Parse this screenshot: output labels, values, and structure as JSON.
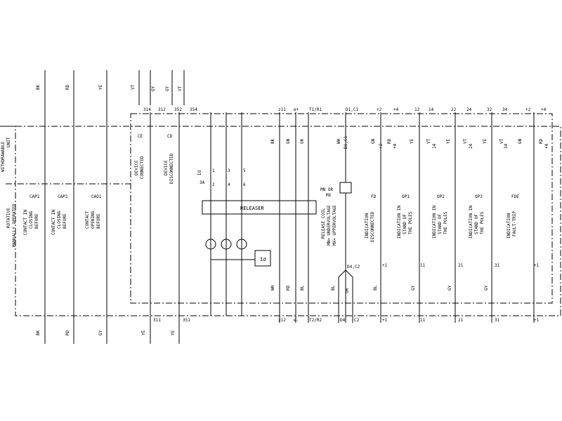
{
  "header_colors": [
    "BK",
    "RD",
    "YE",
    "VT",
    "GY",
    "GY",
    "VT"
  ],
  "header_terminals": [
    "314",
    "312",
    "352",
    "354",
    "z11",
    "e+",
    "T1/R1",
    "D1,C1",
    "+2",
    "+4",
    "12",
    "14",
    "22",
    "24",
    "32",
    "34",
    "+2",
    "+4"
  ],
  "withdrawable_label": [
    "WITHDRAWABLE",
    "UNIT"
  ],
  "rotative_label": [
    "ROTATIVE",
    "MANUALLY OPERATED"
  ],
  "cap1": {
    "code": "CAP1",
    "desc": [
      "CONTACT IN",
      "CLOSING",
      "BEFORE"
    ],
    "top_color": "BK",
    "bottom_color": "BK"
  },
  "cap2": {
    "code": "CAP2",
    "desc": [
      "CONTACT IN",
      "CLOSING",
      "BEFORE"
    ],
    "top_color": "RD",
    "bottom_color": "RD"
  },
  "cao1": {
    "code": "CAO1",
    "desc": [
      "CONTACT",
      "OPENING",
      "BEFORE"
    ],
    "top_color": "YE",
    "bottom_color": "GY"
  },
  "ce": {
    "code": "CE",
    "desc": [
      "DEVICE",
      "CONNECTED"
    ]
  },
  "cd": {
    "code": "CD",
    "desc": [
      "DEVICE",
      "DISCONNECTED"
    ]
  },
  "releaser": {
    "label": "RELEASER",
    "terminals": [
      "1",
      "3",
      "5",
      "2",
      "4",
      "6"
    ],
    "side_label": [
      "Id",
      "3A"
    ],
    "id_box": "Id"
  },
  "wire_colors_top": [
    "BK",
    "GN",
    "OR",
    "WH",
    "GN",
    "RD",
    "YE",
    "VT",
    "YE",
    "VT",
    "YE",
    "VT",
    "GN",
    "RD"
  ],
  "wire_terminals_top": [
    "D1,C1",
    "+2",
    "+4",
    "14",
    "24",
    "34",
    "+4"
  ],
  "mn": {
    "code": [
      "MN OR",
      "MX"
    ],
    "desc": [
      "RELEASE COIL",
      "MN= UNDERVOLTAGE",
      "MX= UPPERVOLTAGE"
    ],
    "bottom": "D4,C2",
    "bottom_color": "OR",
    "left_color": "BL"
  },
  "fd": {
    "code": "FD",
    "desc": [
      "INDICATION",
      "DISCONNECTED"
    ],
    "num": "+1",
    "color": "BL"
  },
  "op1": {
    "code": "OP1",
    "desc": [
      "INDICATION IN",
      "STAND OF",
      "THE POLES"
    ],
    "num": "11",
    "color": "GY"
  },
  "op2": {
    "code": "OP2",
    "desc": [
      "INDICATION IN",
      "STAND OF",
      "THE POLES"
    ],
    "num": "21",
    "color": "GY"
  },
  "op3": {
    "code": "OP3",
    "desc": [
      "INDICATION IN",
      "STAND OF",
      "THE POLES"
    ],
    "num": "31",
    "color": "GY"
  },
  "fde": {
    "code": "FDE",
    "desc": [
      "INDICATION",
      "FAULT-TRIP"
    ],
    "num": "+1"
  },
  "wire_colors_bottom_left": [
    "WH",
    "RD",
    "BL"
  ],
  "footer_colors": [
    "BK",
    "RD",
    "GY",
    "YE",
    "YE"
  ],
  "footer_terminals": [
    "311",
    "351",
    "z12",
    "e-",
    "T2/R2",
    "D4",
    "C2",
    "+1",
    "11",
    "21",
    "31",
    "+1"
  ]
}
